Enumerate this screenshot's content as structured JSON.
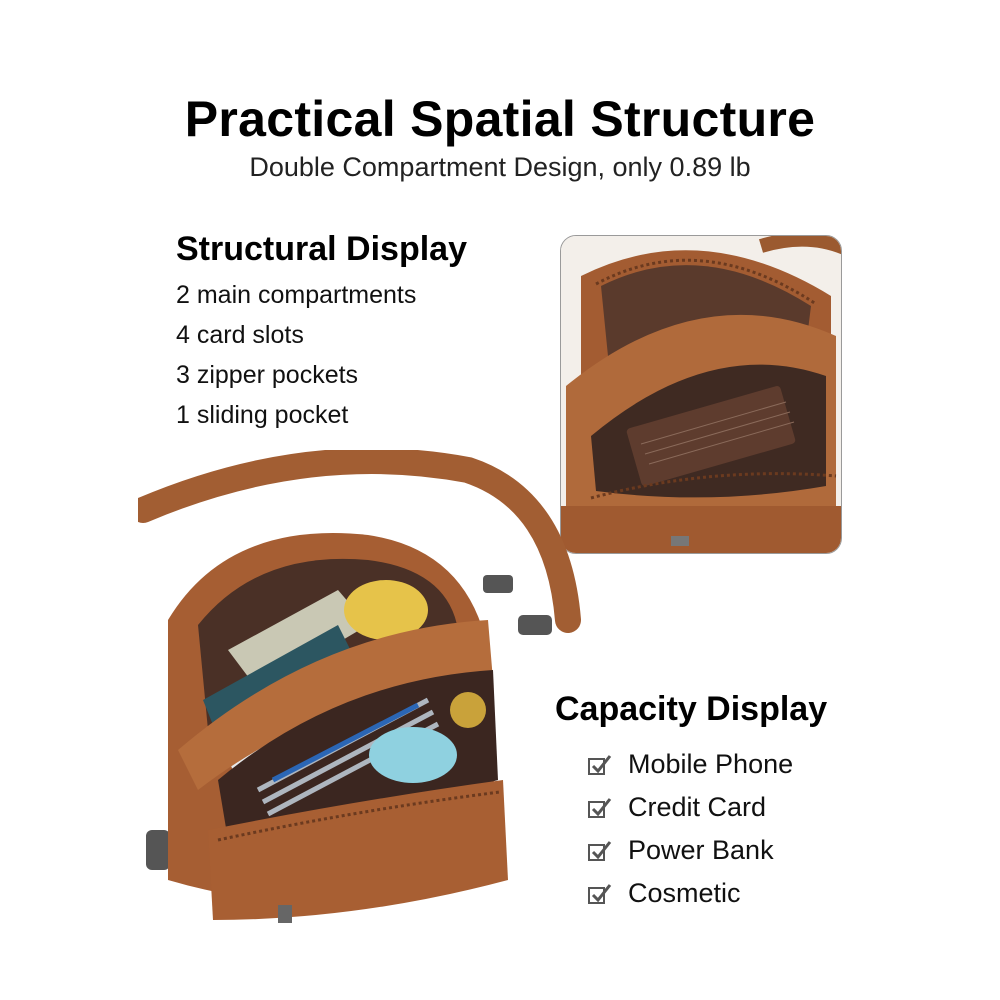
{
  "header": {
    "title": "Practical Spatial Structure",
    "subtitle": "Double Compartment Design, only 0.89 lb"
  },
  "structural": {
    "title": "Structural Display",
    "items": [
      "2 main compartments",
      "4 card slots",
      "3 zipper pockets",
      "1 sliding pocket"
    ]
  },
  "capacity": {
    "title": "Capacity Display",
    "check_icon": "checkmark-icon",
    "items": [
      "Mobile Phone",
      "Credit Card",
      "Power Bank",
      "Cosmetic"
    ]
  },
  "colors": {
    "leather": "#a85f33",
    "leather_dark": "#6b3a1f",
    "lining": "#4a3026",
    "check": "#555555"
  }
}
